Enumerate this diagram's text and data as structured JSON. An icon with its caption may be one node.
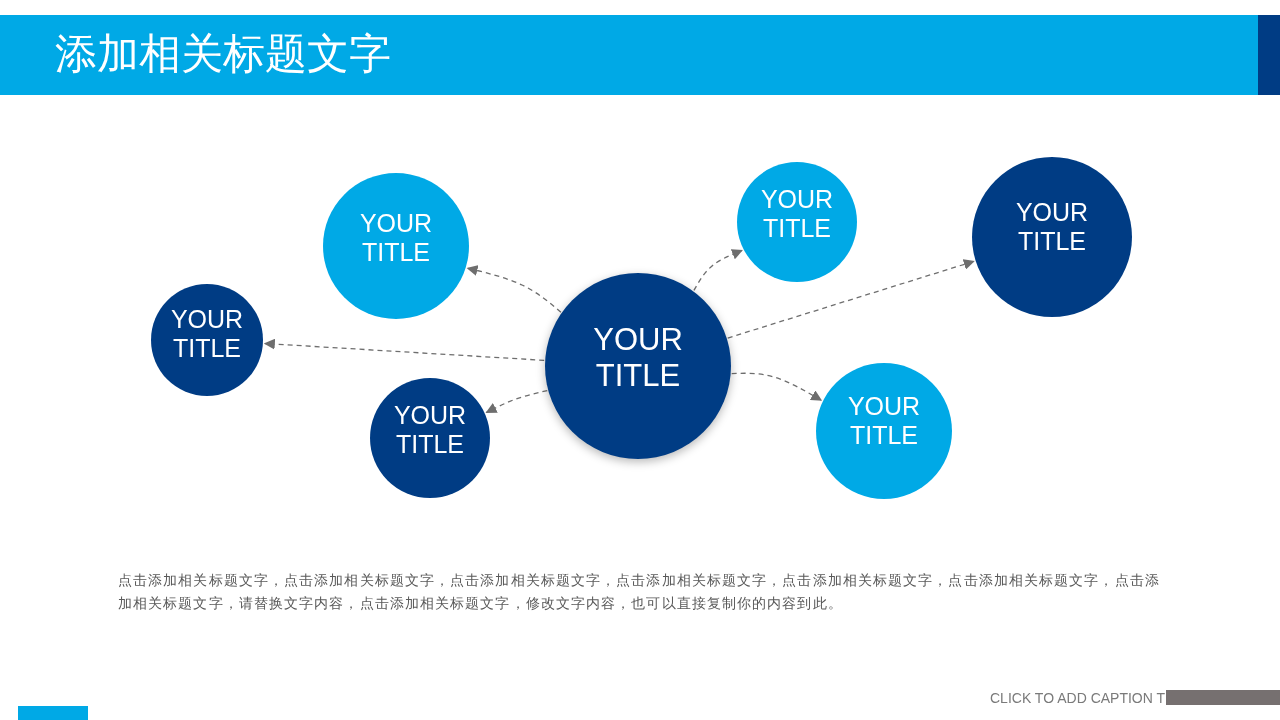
{
  "diagram": {
    "title": "添加相关标题文字",
    "nodes": [
      {
        "text": [
          "YOUR TITLE"
        ]
      },
      {
        "text": [
          "YOUR TITLE"
        ]
      },
      {
        "text": [
          "YOUR TITLE"
        ]
      },
      {
        "text": [
          "YOUR TITLE"
        ]
      },
      {
        "text": [
          "YOUR TITLE"
        ]
      },
      {
        "text": [
          "YOUR TITLE"
        ]
      },
      {
        "text": [
          "YOUR TITLE"
        ]
      },
      {
        "text": [],
        "shape": "bar"
      }
    ],
    "edges": [
      {
        "from": 4,
        "to": 0,
        "arrow": "to",
        "style": "dashed"
      },
      {
        "from": 4,
        "to": 1,
        "arrow": "to",
        "style": "dashed"
      },
      {
        "from": 4,
        "to": 2,
        "arrow": "to",
        "style": "dashed"
      },
      {
        "from": 4,
        "to": 3,
        "arrow": "to",
        "style": "dashed"
      },
      {
        "from": 4,
        "to": 5,
        "arrow": "to",
        "style": "dashed"
      },
      {
        "from": 4,
        "to": 6,
        "arrow": "to",
        "style": "dashed"
      }
    ],
    "labels": [
      "点击添加相关标题文字，点击添加相关标题文字，点击添加相关标题文字，点击添加相关标题文字，点击添加相关标题文字，点击添加相关标题文字，点击添加相关标题文字，请替换文字内容，点击添加相关标题文字，修改文字内容，也可以直接复制你的内容到此。",
      "CLICK TO ADD CAPTION T"
    ]
  }
}
